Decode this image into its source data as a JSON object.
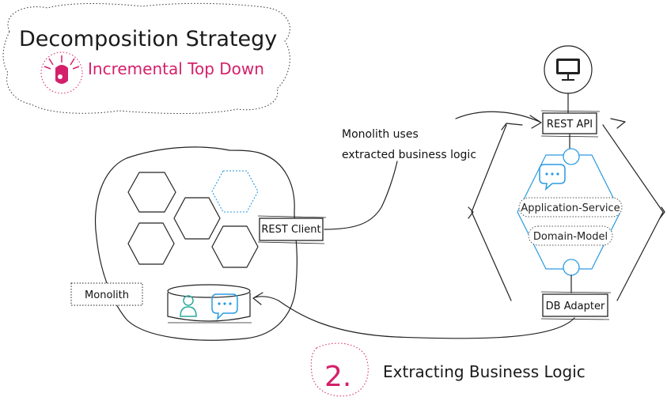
{
  "header": {
    "title": "Decomposition Strategy",
    "subtitle": "Incremental Top Down"
  },
  "labels": {
    "rest_api": "REST API",
    "rest_client": "REST Client",
    "db_adapter": "DB Adapter",
    "monolith": "Monolith",
    "application_service": "Application-Service",
    "domain_model": "Domain-Model",
    "note_line1": "Monolith uses",
    "note_line2": "extracted business logic",
    "step_number": "2.",
    "step_title": "Extracting Business Logic"
  },
  "colors": {
    "accent_pink": "#d4206a",
    "accent_blue": "#2a9be0",
    "accent_teal": "#2aa99a",
    "ink": "#222222"
  },
  "icons": {
    "header_icon": "bulb-icon",
    "client_icon": "monitor-icon",
    "db_user_icon": "user-icon",
    "db_chat_icon": "chat-bubble-icon",
    "service_chat_icon": "chat-bubble-icon"
  }
}
